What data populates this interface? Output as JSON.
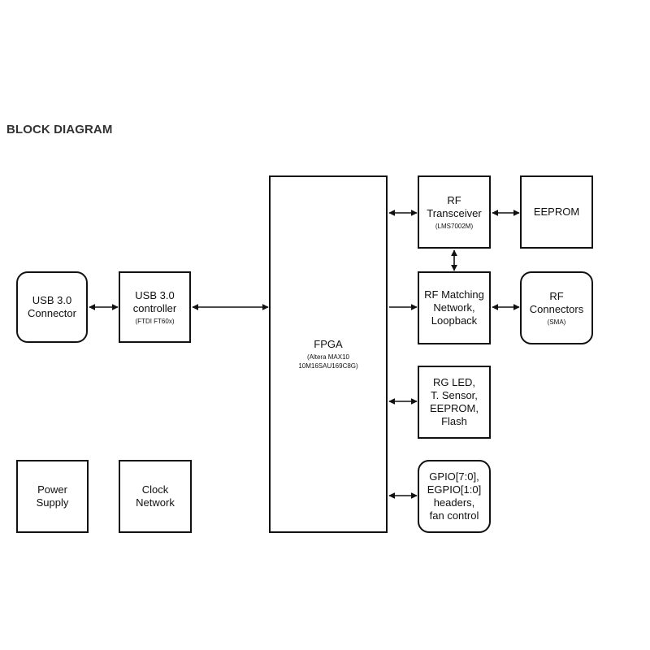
{
  "title": "BLOCK DIAGRAM",
  "blocks": {
    "usb_connector": {
      "label": "USB 3.0\nConnector"
    },
    "usb_controller": {
      "label": "USB 3.0\ncontroller",
      "sublabel": "(FTDI FT60x)"
    },
    "fpga": {
      "label": "FPGA",
      "sublabel": "(Altera MAX10\n10M16SAU169C8G)"
    },
    "rf_transceiver": {
      "label": "RF\nTransceiver",
      "sublabel": "(LMS7002M)"
    },
    "eeprom": {
      "label": "EEPROM"
    },
    "rf_matching": {
      "label": "RF Matching\nNetwork,\nLoopback"
    },
    "rf_connectors": {
      "label": "RF\nConnectors",
      "sublabel": "(SMA)"
    },
    "peripherals": {
      "label": "RG LED,\nT. Sensor,\nEEPROM,\nFlash"
    },
    "gpio": {
      "label": "GPIO[7:0],\nEGPIO[1:0]\nheaders,\nfan control"
    },
    "power_supply": {
      "label": "Power\nSupply"
    },
    "clock_network": {
      "label": "Clock\nNetwork"
    }
  },
  "connections": [
    {
      "from": "usb_connector",
      "to": "usb_controller",
      "direction": "bidirectional"
    },
    {
      "from": "usb_controller",
      "to": "fpga",
      "direction": "bidirectional"
    },
    {
      "from": "fpga",
      "to": "rf_transceiver",
      "direction": "bidirectional"
    },
    {
      "from": "rf_transceiver",
      "to": "eeprom",
      "direction": "bidirectional"
    },
    {
      "from": "rf_transceiver",
      "to": "rf_matching",
      "direction": "bidirectional"
    },
    {
      "from": "fpga",
      "to": "rf_matching",
      "direction": "unidirectional"
    },
    {
      "from": "rf_matching",
      "to": "rf_connectors",
      "direction": "bidirectional"
    },
    {
      "from": "fpga",
      "to": "peripherals",
      "direction": "bidirectional"
    },
    {
      "from": "fpga",
      "to": "gpio",
      "direction": "bidirectional"
    }
  ]
}
